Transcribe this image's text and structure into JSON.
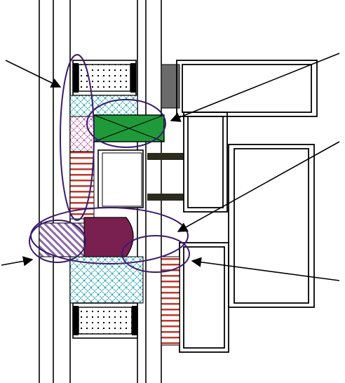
{
  "diagram": {
    "kind": "mechanical-cross-section",
    "colors": {
      "line": "#000000",
      "ellipse": "#3b1a6e",
      "green_block": "#1f9a3a",
      "maroon_block": "#7a2050",
      "gray_block": "#6b6b6b",
      "dark_bar": "#2b2b1e",
      "hatch_red": "#c0392b",
      "hatch_cyan": "#29a9b8",
      "hatch_pink": "#b84a9a",
      "hatch_purple": "#8a6aa8"
    },
    "callout_arrows": [
      "top-left",
      "top-right",
      "middle-right",
      "left",
      "bottom-right"
    ]
  }
}
